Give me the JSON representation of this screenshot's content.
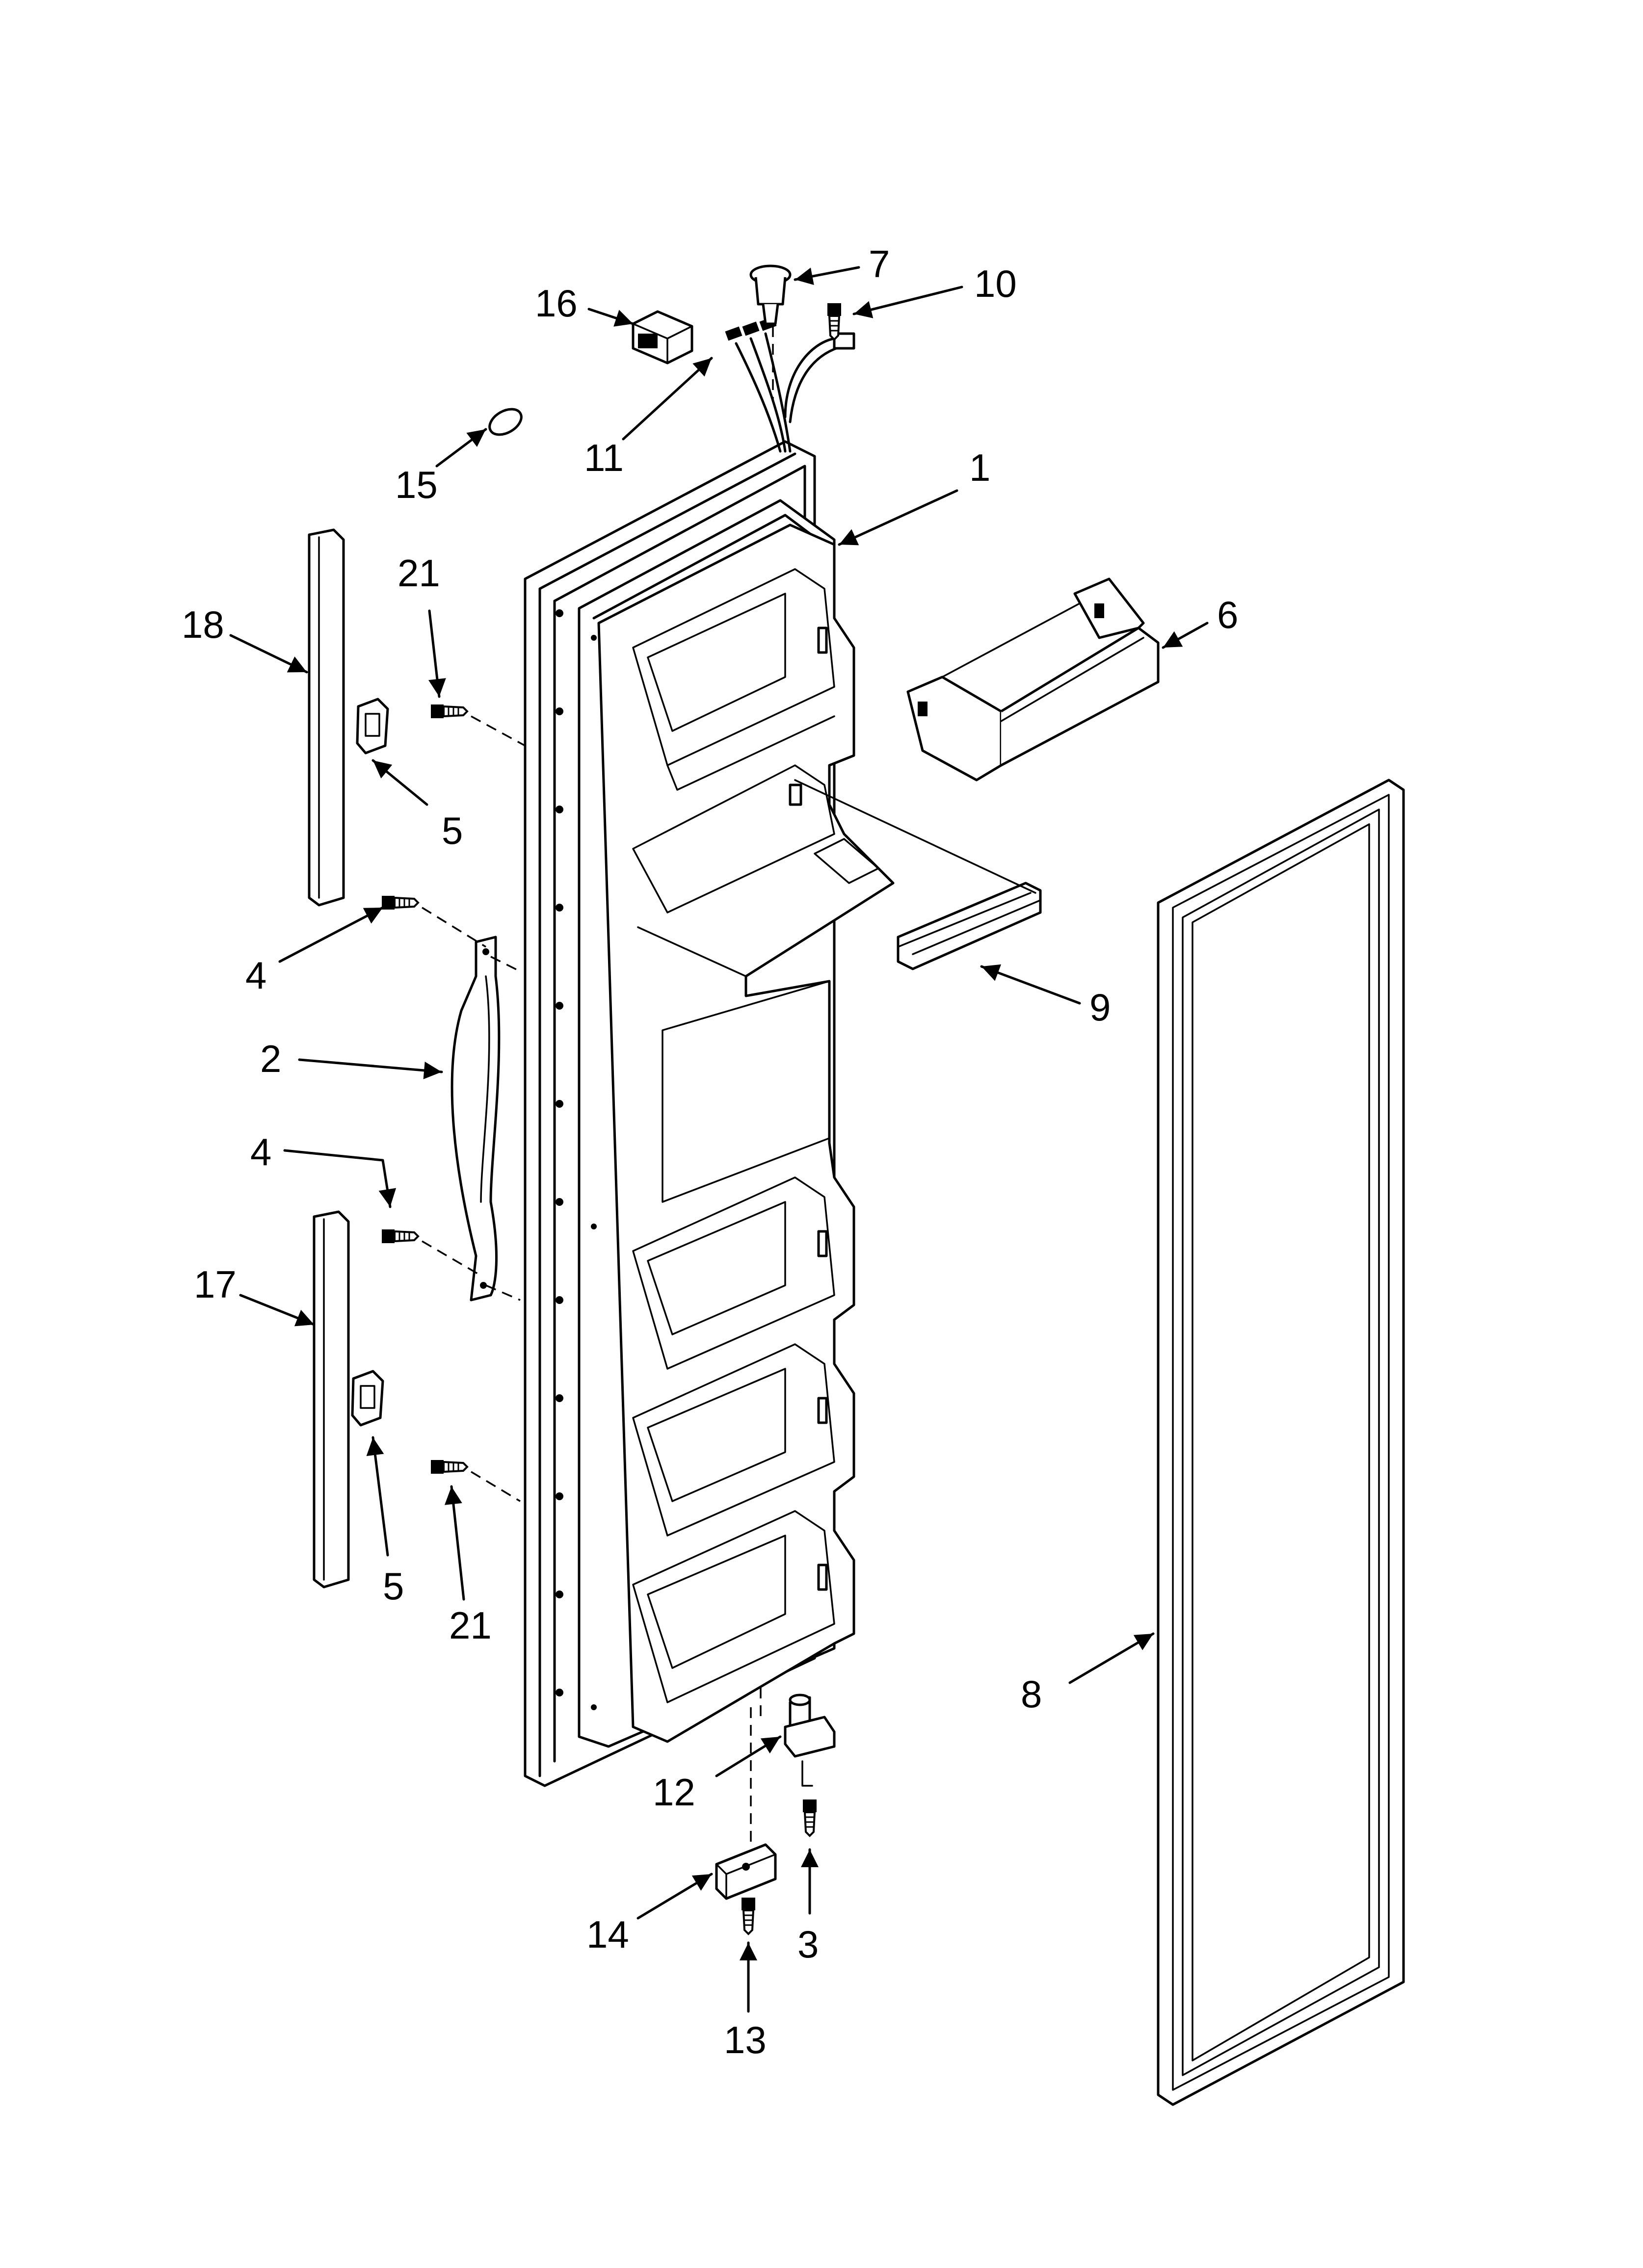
{
  "callouts": [
    {
      "id": "c1",
      "label": "1"
    },
    {
      "id": "c2",
      "label": "2"
    },
    {
      "id": "c3",
      "label": "3"
    },
    {
      "id": "c4a",
      "label": "4"
    },
    {
      "id": "c4b",
      "label": "4"
    },
    {
      "id": "c5a",
      "label": "5"
    },
    {
      "id": "c5b",
      "label": "5"
    },
    {
      "id": "c6",
      "label": "6"
    },
    {
      "id": "c7",
      "label": "7"
    },
    {
      "id": "c8",
      "label": "8"
    },
    {
      "id": "c9",
      "label": "9"
    },
    {
      "id": "c10",
      "label": "10"
    },
    {
      "id": "c11",
      "label": "11"
    },
    {
      "id": "c12",
      "label": "12"
    },
    {
      "id": "c13",
      "label": "13"
    },
    {
      "id": "c14",
      "label": "14"
    },
    {
      "id": "c15",
      "label": "15"
    },
    {
      "id": "c16",
      "label": "16"
    },
    {
      "id": "c17",
      "label": "17"
    },
    {
      "id": "c18",
      "label": "18"
    },
    {
      "id": "c21a",
      "label": "21"
    },
    {
      "id": "c21b",
      "label": "21"
    }
  ]
}
